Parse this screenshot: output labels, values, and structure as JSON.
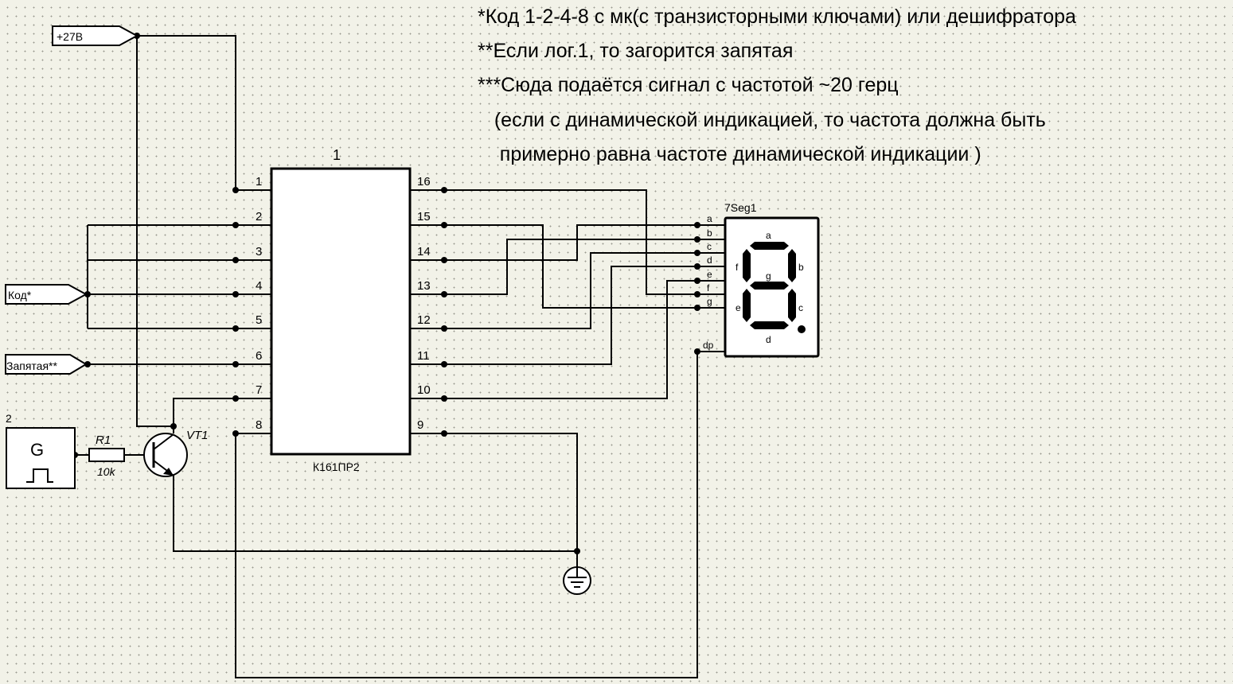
{
  "notes": [
    "*Код 1-2-4-8 с мк(с транзисторными ключами) или дешифратора",
    "**Если лог.1, то загорится запятая",
    "***Сюда подаётся сигнал с частотой ~20 герц",
    "   (если с динамической индикацией, то частота должна быть",
    "    примерно равна частоте динамической индикации )"
  ],
  "ports": {
    "power": "+27В",
    "code": "Код*",
    "comma": "Запятая**"
  },
  "chip": {
    "ref": "1",
    "part": "К161ПР2",
    "left_pins": [
      "1",
      "2",
      "3",
      "4",
      "5",
      "6",
      "7",
      "8"
    ],
    "right_pins": [
      "16",
      "15",
      "14",
      "13",
      "12",
      "11",
      "10",
      "9"
    ]
  },
  "display": {
    "ref": "7Seg1",
    "pins": [
      "a",
      "b",
      "c",
      "d",
      "e",
      "f",
      "g"
    ],
    "dp_pin": "dp",
    "segment_labels": [
      "a",
      "b",
      "c",
      "d",
      "e",
      "f",
      "g"
    ]
  },
  "generator": {
    "ref": "2",
    "symbol": "G"
  },
  "resistor": {
    "ref": "R1",
    "value": "10k"
  },
  "transistor": {
    "ref": "VT1"
  }
}
